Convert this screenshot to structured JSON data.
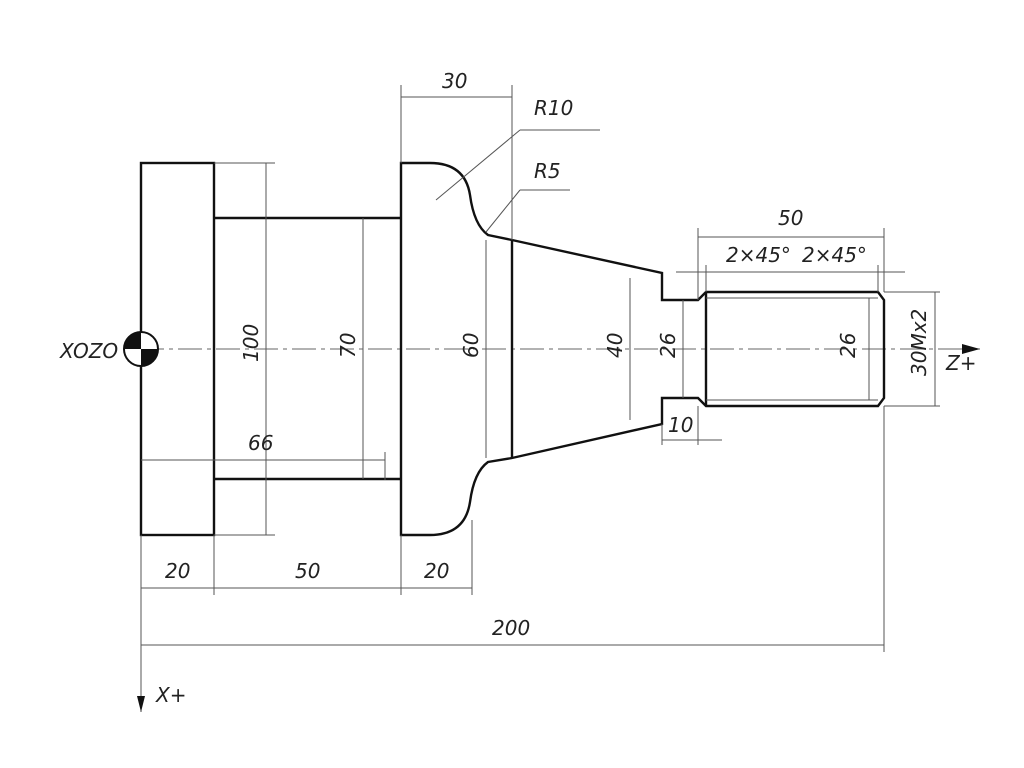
{
  "drawing": {
    "origin_label": "XOZO",
    "z_axis_label": "Z+",
    "x_axis_label": "X+",
    "diameters": {
      "d100": "100",
      "d70": "70",
      "d60": "60",
      "d40": "40",
      "d26_neck": "26",
      "d26_thread": "26",
      "thread": "30Mx2"
    },
    "lengths": {
      "l20a": "20",
      "l50": "50",
      "l20b": "20",
      "l200": "200",
      "l30": "30",
      "l50_thread": "50",
      "l10": "10",
      "l66": "66"
    },
    "radii": {
      "r10": "R10",
      "r5": "R5"
    },
    "chamfers": {
      "left": "2×45°",
      "right": "2×45°"
    }
  }
}
